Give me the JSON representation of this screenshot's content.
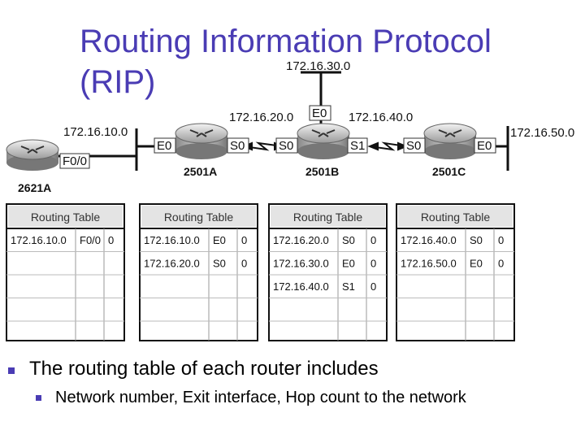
{
  "title": {
    "line1": "Routing Information Protocol",
    "line2": "(RIP)"
  },
  "routers": [
    {
      "name": "2621A"
    },
    {
      "name": "2501A"
    },
    {
      "name": "2501B"
    },
    {
      "name": "2501C"
    }
  ],
  "network_labels": {
    "n10": "172.16.10.0",
    "n20": "172.16.20.0",
    "n30": "172.16.30.0",
    "n40": "172.16.40.0",
    "n50": "172.16.50.0"
  },
  "interface_labels": {
    "r2621a_f0": "F0/0",
    "r2501a_e0": "E0",
    "r2501a_s0": "S0",
    "r2501b_s0": "S0",
    "r2501b_e0": "E0",
    "r2501b_s1": "S1",
    "r2501c_s0": "S0",
    "r2501c_e0": "E0"
  },
  "tables": [
    {
      "header": "Routing Table",
      "rows": [
        [
          "172.16.10.0",
          "F0/0",
          "0"
        ]
      ]
    },
    {
      "header": "Routing Table",
      "rows": [
        [
          "172.16.10.0",
          "E0",
          "0"
        ],
        [
          "172.16.20.0",
          "S0",
          "0"
        ]
      ]
    },
    {
      "header": "Routing Table",
      "rows": [
        [
          "172.16.20.0",
          "S0",
          "0"
        ],
        [
          "172.16.30.0",
          "E0",
          "0"
        ],
        [
          "172.16.40.0",
          "S1",
          "0"
        ]
      ]
    },
    {
      "header": "Routing Table",
      "rows": [
        [
          "172.16.40.0",
          "S0",
          "0"
        ],
        [
          "172.16.50.0",
          "E0",
          "0"
        ]
      ]
    }
  ],
  "bullets": {
    "main": "The routing table of each router includes",
    "sub": "Network number, Exit interface, Hop count to the network"
  },
  "colors": {
    "title": "#4a3cb4",
    "bullet": "#4a3cb4"
  }
}
